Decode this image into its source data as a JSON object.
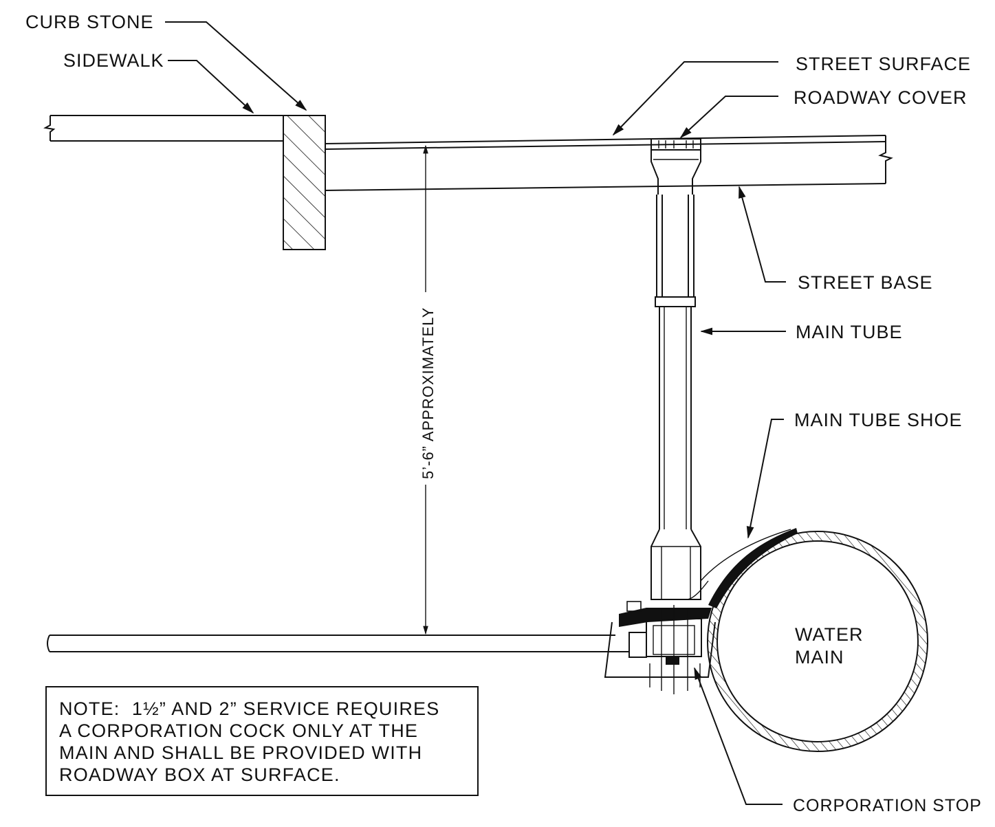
{
  "labels": {
    "curb_stone": "CURB STONE",
    "sidewalk": "SIDEWALK",
    "street_surface": "STREET SURFACE",
    "roadway_cover": "ROADWAY COVER",
    "street_base": "STREET BASE",
    "main_tube": "MAIN TUBE",
    "main_tube_shoe": "MAIN TUBE SHOE",
    "water_main_line1": "WATER",
    "water_main_line2": "MAIN",
    "corporation_stop": "CORPORATION STOP",
    "dimension": "5’-6” APPROXIMATELY"
  },
  "note": {
    "lines": [
      "NOTE:  1½” AND 2” SERVICE REQUIRES",
      "A CORPORATION COCK ONLY AT THE",
      "MAIN AND SHALL BE PROVIDED WITH",
      "ROADWAY BOX AT SURFACE."
    ]
  }
}
